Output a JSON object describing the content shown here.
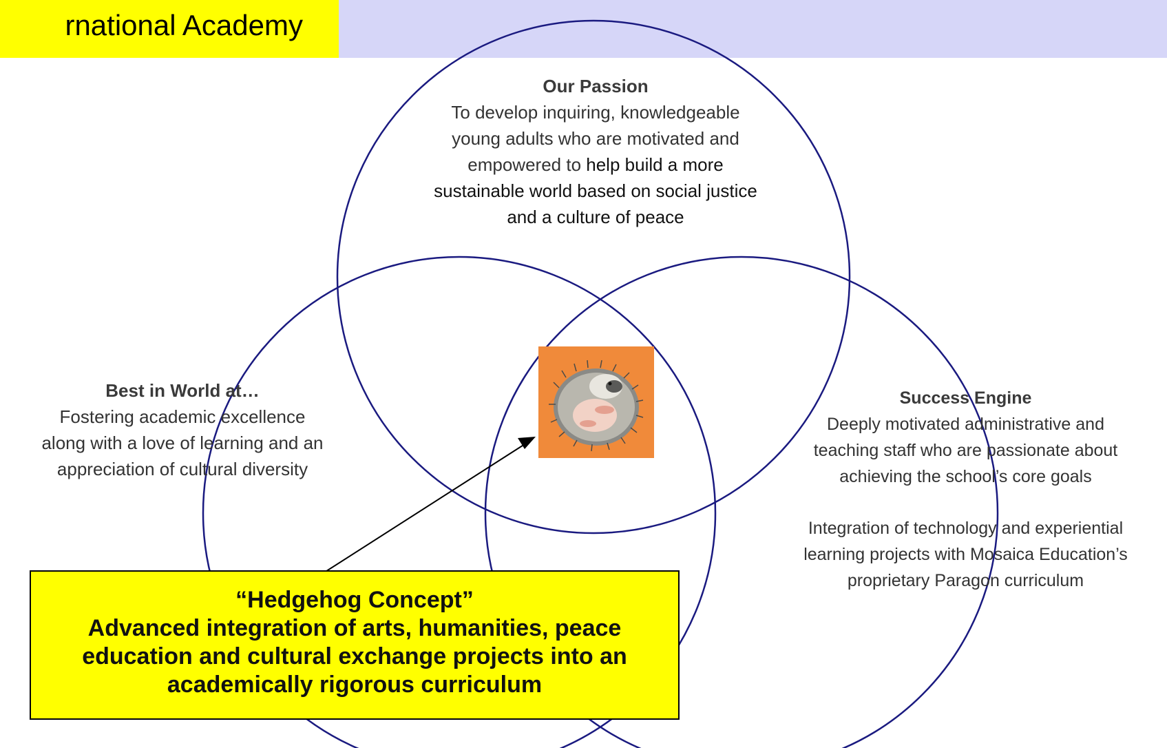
{
  "header": {
    "title": "rnational Academy"
  },
  "circles": {
    "passion": {
      "heading": "Our Passion",
      "lines": [
        "To develop inquiring, knowledgeable",
        "young adults who are motivated and",
        "empowered to",
        "help build a more",
        "sustainable world based on social justice",
        "and a culture of peace"
      ]
    },
    "best": {
      "heading": "Best in World at…",
      "lines": [
        "Fostering academic excellence",
        "along with a love of learning and an",
        "appreciation of cultural diversity"
      ]
    },
    "success": {
      "heading": "Success Engine",
      "lines": [
        "Deeply motivated administrative and",
        "teaching staff who are passionate about",
        "achieving the school’s core goals"
      ],
      "lines2": [
        "Integration of technology and experiential",
        "learning projects with Mosaica Education’s",
        "proprietary Paragon curriculum"
      ]
    }
  },
  "center_image": {
    "icon": "hedgehog-icon"
  },
  "concept": {
    "title": "“Hedgehog Concept”",
    "lines": [
      "Advanced integration of arts, humanities, peace",
      "education and cultural exchange projects into an",
      "academically rigorous curriculum"
    ]
  },
  "colors": {
    "circle_stroke": "#1a1a80",
    "header_band": "#d6d6f8",
    "highlight": "#ffff00",
    "image_bg": "#f08a3a"
  }
}
